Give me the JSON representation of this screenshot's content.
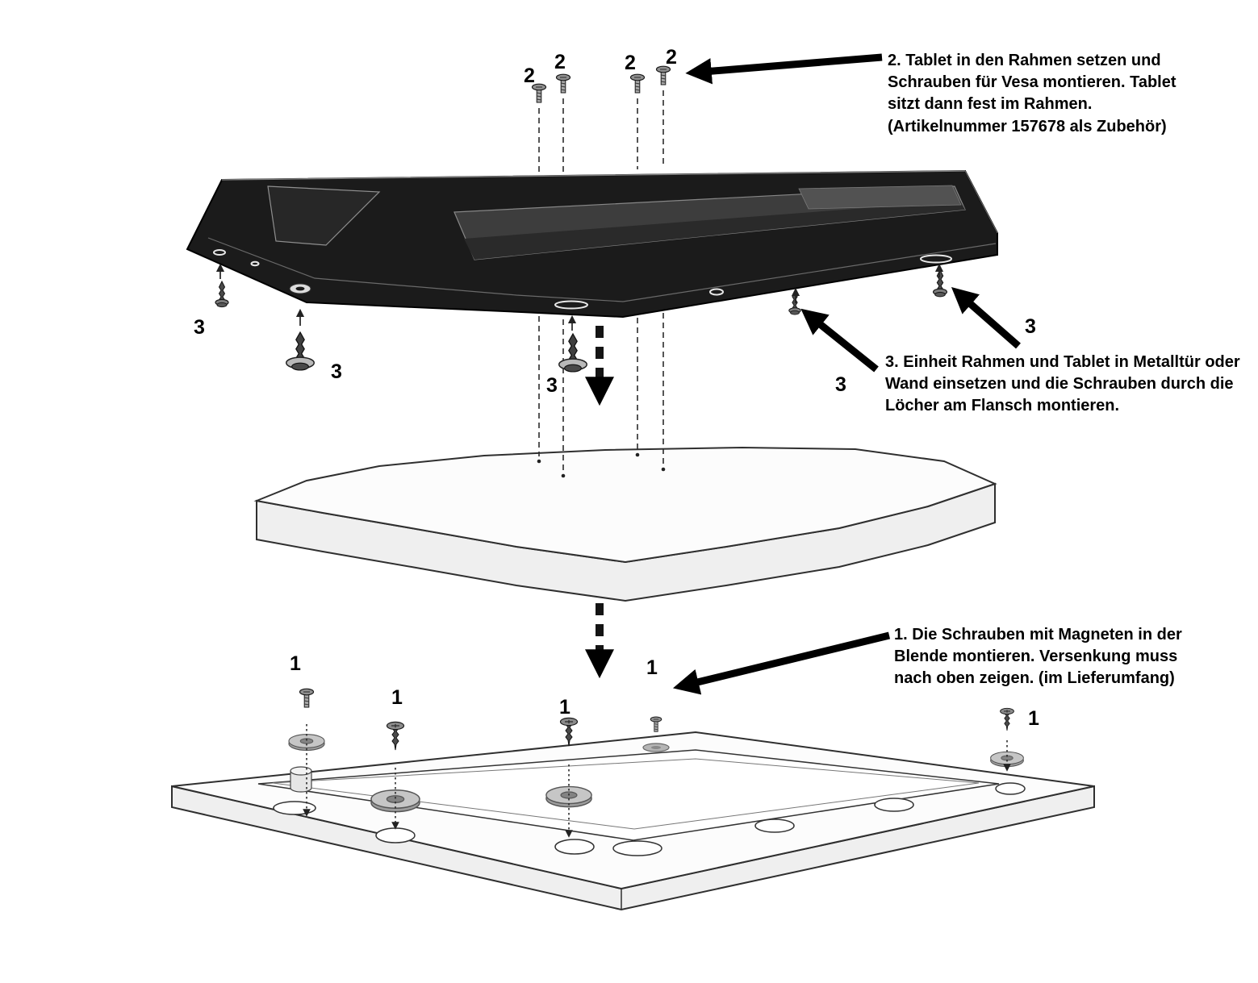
{
  "figure": {
    "description": "Exploded assembly diagram: tablet mounting frame, tablet and magnetic bezel"
  },
  "colors": {
    "ink": "#000000",
    "frame_black": "#1b1b1b",
    "part_white": "#fcfcfc",
    "magnet_gray": "#c6c6c6"
  },
  "labels": {
    "vesa_screw": "2",
    "flange_screw": "3",
    "magnet_screw": "1"
  },
  "notes": {
    "step2": "2. Tablet in den Rahmen setzen und Schrauben für Vesa montieren. Tablet sitzt dann fest im Rahmen. (Artikelnummer 157678 als Zubehör)",
    "step3": "3. Einheit Rahmen und Tablet in Metalltür oder Wand einsetzen und die Schrauben durch die Löcher am Flansch montieren.",
    "step1": "1. Die Schrauben mit Magneten in der Blende montieren. Versenkung muss nach oben zeigen. (im Lieferumfang)"
  }
}
